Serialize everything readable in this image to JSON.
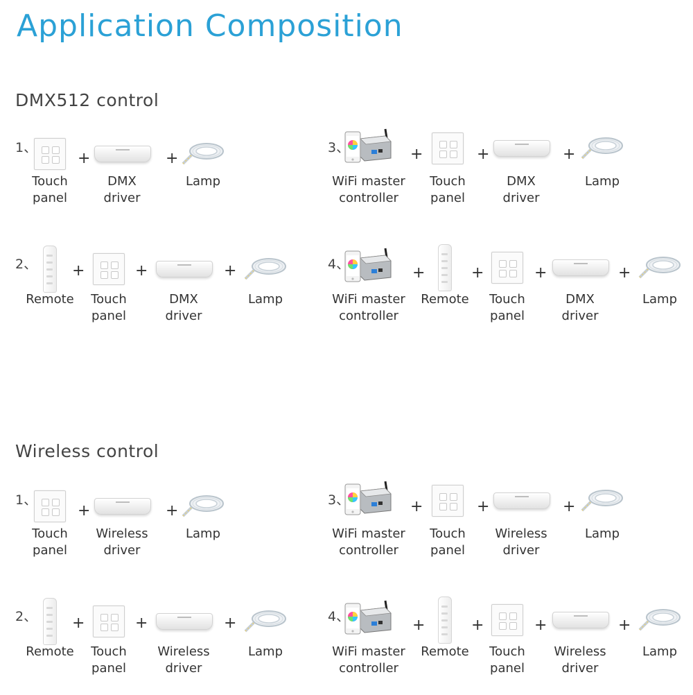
{
  "header": {
    "title": "Application Composition"
  },
  "sections": [
    {
      "title": "DMX512 control",
      "rows": [
        {
          "num": "1、",
          "items": [
            "Touch\npanel",
            "DMX\ndriver",
            "Lamp"
          ]
        },
        {
          "num": "2、",
          "items": [
            "Remote",
            "Touch\npanel",
            "DMX\ndriver",
            "Lamp"
          ]
        },
        {
          "num": "3、",
          "items": [
            "WiFi master\ncontroller",
            "Touch\npanel",
            "DMX\ndriver",
            "Lamp"
          ]
        },
        {
          "num": "4、",
          "items": [
            "WiFi master\ncontroller",
            "Remote",
            "Touch\npanel",
            "DMX\ndriver",
            "Lamp"
          ]
        }
      ]
    },
    {
      "title": "Wireless control",
      "rows": [
        {
          "num": "1、",
          "items": [
            "Touch\npanel",
            "Wireless\ndriver",
            "Lamp"
          ]
        },
        {
          "num": "2、",
          "items": [
            "Remote",
            "Touch\npanel",
            "Wireless\ndriver",
            "Lamp"
          ]
        },
        {
          "num": "3、",
          "items": [
            "WiFi master\ncontroller",
            "Touch\npanel",
            "Wireless\ndriver",
            "Lamp"
          ]
        },
        {
          "num": "4、",
          "items": [
            "WiFi master\ncontroller",
            "Remote",
            "Touch\npanel",
            "Wireless\ndriver",
            "Lamp"
          ]
        }
      ]
    }
  ],
  "plus_sign": "+",
  "accent_color": "#2ba1d6"
}
